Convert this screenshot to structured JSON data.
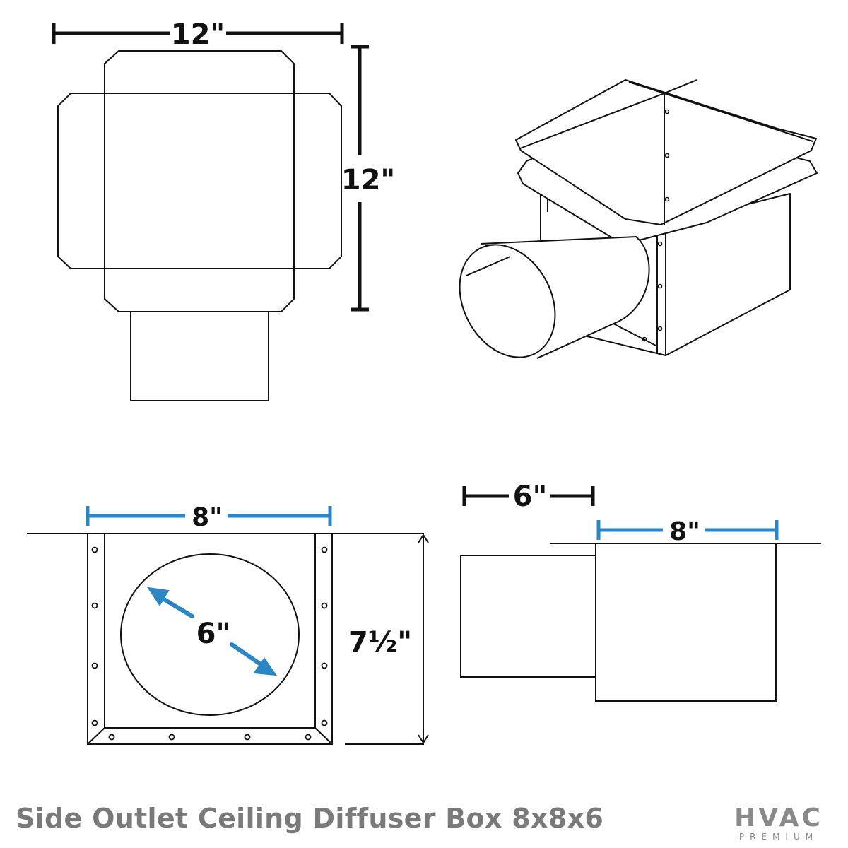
{
  "title": "Side Outlet Ceiling Diffuser Box 8x8x6",
  "dimensions": {
    "top_width": "12\"",
    "top_height": "12\"",
    "front_width": "8\"",
    "front_diameter": "6\"",
    "front_height": "7½\"",
    "side_collar": "6\"",
    "side_width": "8\""
  },
  "logo": {
    "main": "HVAC",
    "sub": "PREMIUM"
  },
  "colors": {
    "line": "#111111",
    "accent_blue": "#2b86c4",
    "title_gray": "#7a7a7a"
  }
}
